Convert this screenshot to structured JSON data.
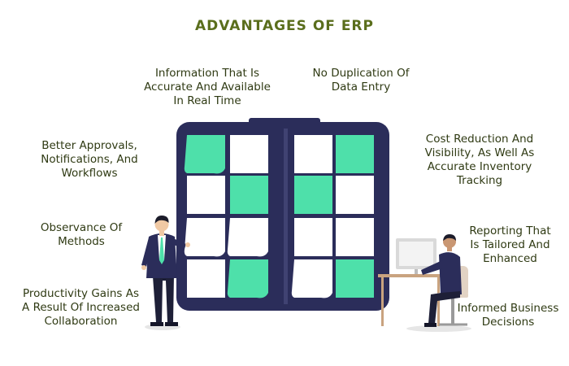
{
  "title": "ADVANTAGES OF ERP",
  "advantages": {
    "info_realtime": [
      "Information That Is",
      "Accurate And Available",
      "In Real Time"
    ],
    "no_duplication": [
      "No Duplication Of",
      "Data Entry"
    ],
    "better_approvals": [
      "Better Approvals,",
      "Notifications, And",
      "Workflows"
    ],
    "cost_reduction": [
      "Cost Reduction And",
      "Visibility, As Well As",
      "Accurate Inventory",
      "Tracking"
    ],
    "observance": [
      "Observance Of",
      "Methods"
    ],
    "reporting": [
      "Reporting That",
      "Is Tailored And",
      "Enhanced"
    ],
    "productivity": [
      "Productivity Gains As",
      "A Result Of Increased",
      "Collaboration"
    ],
    "informed": [
      "Informed Business",
      "Decisions"
    ]
  },
  "colors": {
    "title": "#5a6e1c",
    "text": "#2f3a13",
    "board": "#2b2d5a",
    "note_green": "#4ee0aa",
    "note_white": "#ffffff"
  },
  "icons": [
    "kanban-board-illustration",
    "businessman-pointing-illustration",
    "desk-worker-illustration"
  ]
}
